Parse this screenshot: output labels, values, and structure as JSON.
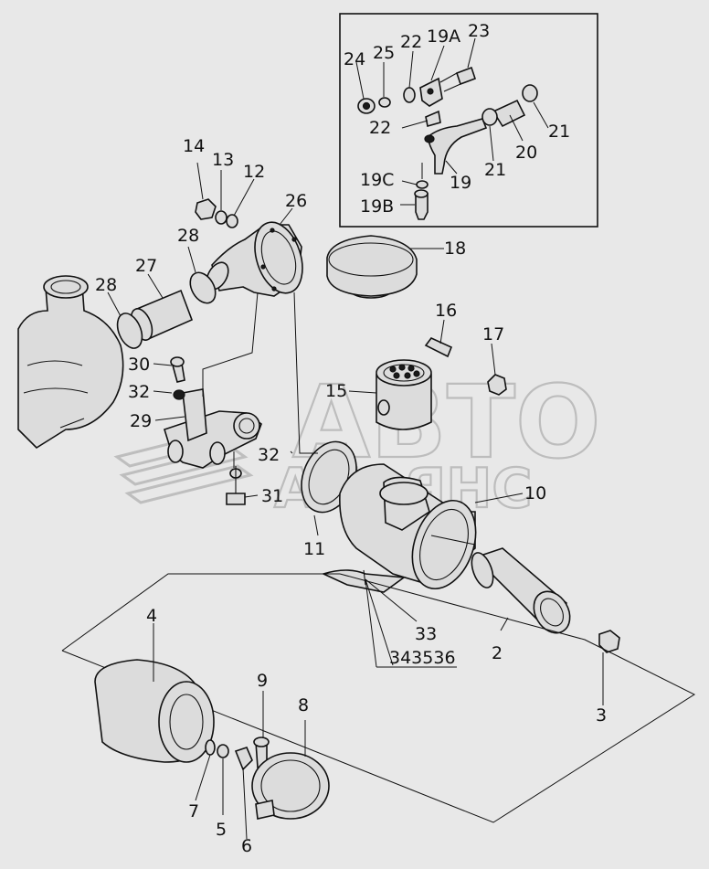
{
  "watermark": {
    "line1": "АВТО",
    "line2": "АЛЬЯНС"
  },
  "callouts": {
    "c24": "24",
    "c25": "25",
    "c22a": "22",
    "c19a": "19A",
    "c23": "23",
    "c22b": "22",
    "c21a": "21",
    "c20": "20",
    "c21b": "21",
    "c19": "19",
    "c19c": "19C",
    "c19b": "19B",
    "c14": "14",
    "c13": "13",
    "c12": "12",
    "c26": "26",
    "c28a": "28",
    "c27": "27",
    "c28b": "28",
    "c18": "18",
    "c16": "16",
    "c17": "17",
    "c30": "30",
    "c32a": "32",
    "c15": "15",
    "c29": "29",
    "c32b": "32",
    "c31": "31",
    "c10": "10",
    "c11": "11",
    "c33": "33",
    "c343536": "343536",
    "c2": "2",
    "c3": "3",
    "c4": "4",
    "c9": "9",
    "c8": "8",
    "c7": "7",
    "c5": "5",
    "c6": "6"
  }
}
